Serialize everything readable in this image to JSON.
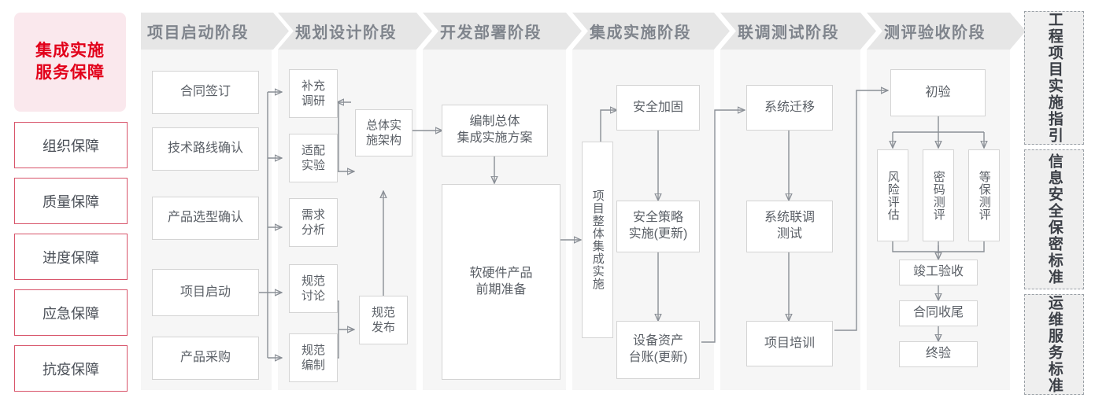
{
  "left_panel": {
    "title": "集成实施\n服务保障",
    "title_line1": "集成实施",
    "title_line2": "服务保障",
    "items": [
      {
        "label": "组织保障"
      },
      {
        "label": "质量保障"
      },
      {
        "label": "进度保障"
      },
      {
        "label": "应急保障"
      },
      {
        "label": "抗疫保障"
      }
    ]
  },
  "phases": [
    {
      "header": "项目启动阶段",
      "nodes": [
        {
          "label": "合同签订"
        },
        {
          "label": "技术路线确认"
        },
        {
          "label": "产品选型确认"
        },
        {
          "label": "项目启动"
        },
        {
          "label": "产品采购"
        }
      ]
    },
    {
      "header": "规划设计阶段",
      "nodes": [
        {
          "label": "补充\n调研",
          "l1": "补充",
          "l2": "调研"
        },
        {
          "label": "适配\n实验",
          "l1": "适配",
          "l2": "实验"
        },
        {
          "label": "需求\n分析",
          "l1": "需求",
          "l2": "分析"
        },
        {
          "label": "规范\n讨论",
          "l1": "规范",
          "l2": "讨论"
        },
        {
          "label": "规范\n编制",
          "l1": "规范",
          "l2": "编制"
        },
        {
          "label": "总体实\n施架构",
          "l1": "总体实",
          "l2": "施架构"
        },
        {
          "label": "规范\n发布",
          "l1": "规范",
          "l2": "发布"
        }
      ]
    },
    {
      "header": "开发部署阶段",
      "nodes": [
        {
          "label": "编制总体\n集成实施方案",
          "l1": "编制总体",
          "l2": "集成实施方案"
        },
        {
          "label": "软硬件产品\n前期准备",
          "l1": "软硬件产品",
          "l2": "前期准备"
        }
      ]
    },
    {
      "header": "集成实施阶段",
      "nodes": [
        {
          "label": "项目整体集成实施"
        },
        {
          "label": "安全加固"
        },
        {
          "label": "安全策略\n实施(更新)",
          "l1": "安全策略",
          "l2": "实施(更新)"
        },
        {
          "label": "设备资产\n台账(更新)",
          "l1": "设备资产",
          "l2": "台账(更新)"
        }
      ]
    },
    {
      "header": "联调测试阶段",
      "nodes": [
        {
          "label": "系统迁移"
        },
        {
          "label": "系统联调\n测试",
          "l1": "系统联调",
          "l2": "测试"
        },
        {
          "label": "项目培训"
        }
      ]
    },
    {
      "header": "测评验收阶段",
      "nodes": [
        {
          "label": "初验"
        },
        {
          "label": "风险评估"
        },
        {
          "label": "密码测评"
        },
        {
          "label": "等保测评"
        },
        {
          "label": "竣工验收"
        },
        {
          "label": "合同收尾"
        },
        {
          "label": "终验"
        }
      ]
    }
  ],
  "standards": [
    {
      "label": "工程项目实施指引"
    },
    {
      "label": "信息安全保密标准"
    },
    {
      "label": "运维服务标准"
    }
  ],
  "colors": {
    "accent_red": "#e2001a",
    "title_bg": "#fae8ed",
    "guarantee_border": "#d8546a",
    "header_bg": "#e6e6e6",
    "header_text": "#7f848c",
    "column_bg": "#f6f6f6",
    "node_border": "#d4d4d4",
    "node_text": "#5a5f66",
    "connector": "#8a8f96",
    "standards_bg": "#efefef",
    "standards_border": "#9aa0a6"
  }
}
